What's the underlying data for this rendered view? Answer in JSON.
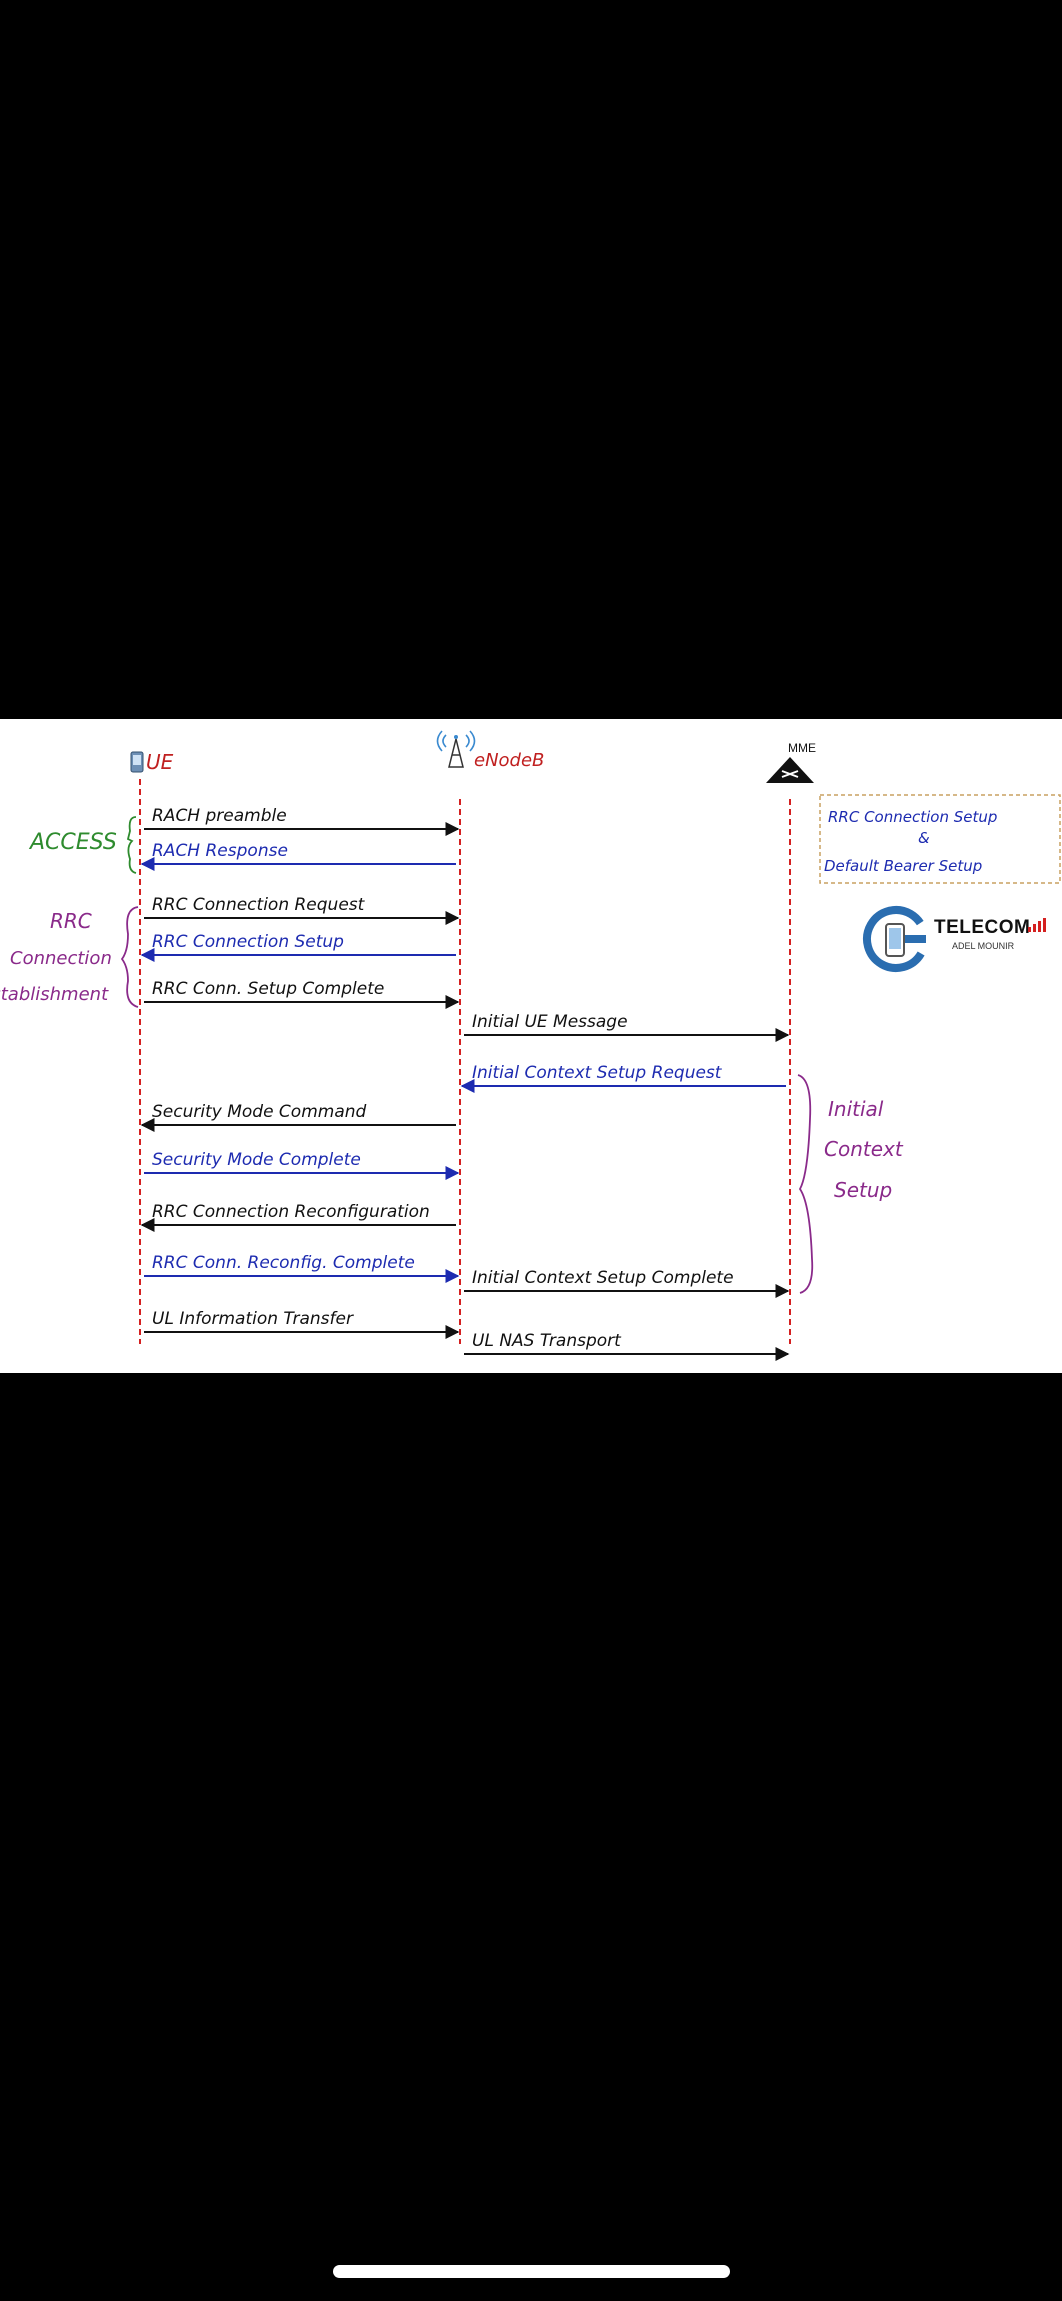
{
  "entities": {
    "ue": "UE",
    "enodeb": "eNodeB",
    "mme": "MME"
  },
  "phases": {
    "access": "ACCESS",
    "rrc_line1": "RRC",
    "rrc_line2": "Connection",
    "rrc_line3": "Establishment",
    "initial_line1": "Initial",
    "initial_line2": "Context",
    "initial_line3": "Setup"
  },
  "note": {
    "line1": "RRC Connection Setup",
    "line2": "&",
    "line3": "Default Bearer Setup"
  },
  "messages": [
    {
      "id": "rach-preamble",
      "label": "RACH preamble",
      "from": "ue",
      "to": "enodeb",
      "color": "#111111"
    },
    {
      "id": "rach-response",
      "label": "RACH Response",
      "from": "enodeb",
      "to": "ue",
      "color": "#1d2bb0"
    },
    {
      "id": "rrc-connection-request",
      "label": "RRC Connection Request",
      "from": "ue",
      "to": "enodeb",
      "color": "#111111"
    },
    {
      "id": "rrc-connection-setup",
      "label": "RRC Connection Setup",
      "from": "enodeb",
      "to": "ue",
      "color": "#1d2bb0"
    },
    {
      "id": "rrc-conn-setup-complete",
      "label": "RRC Conn. Setup Complete",
      "from": "ue",
      "to": "enodeb",
      "color": "#111111"
    },
    {
      "id": "initial-ue-message",
      "label": "Initial UE Message",
      "from": "enodeb",
      "to": "mme",
      "color": "#111111"
    },
    {
      "id": "initial-context-setup-request",
      "label": "Initial Context Setup Request",
      "from": "mme",
      "to": "enodeb",
      "color": "#1d2bb0"
    },
    {
      "id": "security-mode-command",
      "label": "Security Mode Command",
      "from": "enodeb",
      "to": "ue",
      "color": "#111111"
    },
    {
      "id": "security-mode-complete",
      "label": "Security Mode Complete",
      "from": "ue",
      "to": "enodeb",
      "color": "#1d2bb0"
    },
    {
      "id": "rrc-connection-reconfiguration",
      "label": "RRC Connection Reconfiguration",
      "from": "enodeb",
      "to": "ue",
      "color": "#111111"
    },
    {
      "id": "rrc-conn-reconfig-complete",
      "label": "RRC Conn. Reconfig. Complete",
      "from": "ue",
      "to": "enodeb",
      "color": "#1d2bb0"
    },
    {
      "id": "initial-context-setup-complete",
      "label": "Initial Context Setup Complete",
      "from": "enodeb",
      "to": "mme",
      "color": "#111111"
    },
    {
      "id": "ul-information-transfer",
      "label": "UL Information Transfer",
      "from": "ue",
      "to": "enodeb",
      "color": "#111111"
    },
    {
      "id": "ul-nas-transport",
      "label": "UL NAS Transport",
      "from": "enodeb",
      "to": "mme",
      "color": "#111111"
    }
  ],
  "logo": {
    "title": "TELECOM",
    "subtitle": "ADEL MOUNIR"
  },
  "colors": {
    "lifeline": "#d42020",
    "black_message": "#111111",
    "blue_message": "#1d2bb0",
    "access_phase": "#2e8b2e",
    "rrc_phase": "#8a2a8a",
    "initial_phase": "#8a2a8a",
    "note_border": "#c8a060",
    "note_text": "#1d2bb0",
    "logo_blue": "#2a6db0",
    "enodeb_label": "#c02020"
  },
  "icons": [
    "phone-icon",
    "antenna-tower-icon",
    "mme-router-icon",
    "telecom-logo-icon",
    "signal-bars-icon"
  ]
}
